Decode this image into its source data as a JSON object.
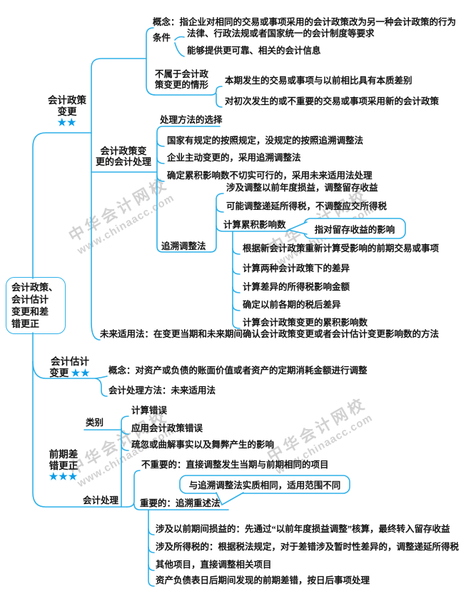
{
  "colors": {
    "line": "#2fb0e8",
    "star": "#0a9ce8",
    "text": "#141414",
    "watermark": "#c8c8c8"
  },
  "watermark": {
    "site_name": "中华会计网校",
    "site_url": "www.chinaacc.com"
  },
  "root": {
    "line1": "会计政策、",
    "line2": "会计估计",
    "line3": "变更和差",
    "line4": "错更正"
  },
  "branch_policy": {
    "label_line1": "会计政策",
    "label_line2": "变更",
    "stars": "★★",
    "concept": "概念：指企业对相同的交易或事项采用的会计政策改为另一种会计政策的行为",
    "condition_label": "条件",
    "condition_1": "法律、行政法规或者国家统一的会计制度等要求",
    "condition_2": "能够提供更可靠、相关的会计信息",
    "excluded_label_line1": "不属于会计政",
    "excluded_label_line2": "策变更的情形",
    "excluded_1": "本期发生的交易或事项与以前相比具有本质差别",
    "excluded_2": "对初次发生的或不重要的交易或事项采用新的会计政策",
    "treatment_label_line1": "会计政策变",
    "treatment_label_line2": "更的会计处理",
    "method_choice_label": "处理方法的选择",
    "method_choice_1": "国家有规定的按照规定，没规定的按照追溯调整法",
    "method_choice_2": "企业主动变更的，采用追溯调整法",
    "method_choice_3": "确定累积影响数不切实可行的，采用未来适用法处理",
    "retro_label": "追溯调整法",
    "retro_1": "涉及调整以前年度损益，调整留存收益",
    "retro_2": "可能调整递延所得税，不调整应交所得税",
    "retro_3": "计算累积影响数",
    "retro_3_note": "指对留存收益的影响",
    "retro_step_1": "根据新会计政策重新计算受影响的前期交易或事项",
    "retro_step_2": "计算两种会计政策下的差异",
    "retro_step_3": "计算差异的所得税影响金额",
    "retro_step_4": "确定以前各期的税后差异",
    "retro_step_5": "计算会计政策变更的累积影响数",
    "future_method": "未来适用法：在变更当期和未来期间确认会计政策变更或者会计估计变更影响数的方法"
  },
  "branch_estimate": {
    "label_line1": "会计估计",
    "label_line2": "变更",
    "stars": "★★",
    "concept": "概念：对资产或负债的账面价值或者资产的定期消耗金额进行调整",
    "treatment": "会计处理方法：未来适用法"
  },
  "branch_error": {
    "label_line1": "前期差",
    "label_line2": "错更正",
    "stars": "★★★",
    "category_label": "类别",
    "category_1": "计算错误",
    "category_2": "应用会计政策错误",
    "category_3": "疏忽或曲解事实以及舞弊产生的影响",
    "treatment_label": "会计处理",
    "minor": "不重要的：直接调整发生当期与前期相同的项目",
    "major": "重要的：追溯重述法",
    "major_note": "与追溯调整法实质相同，适用范围不同",
    "major_1": "涉及以前期间损益的：先通过“以前年度损益调整”核算，最终转入留存收益",
    "major_2": "涉及所得税的：根据税法规定，对于差错涉及暂时性差异的，调整递延所得税",
    "major_3": "其他项目，直接调整相关项目",
    "major_4": "资产负债表日后期间发现的前期差错，按日后事项处理"
  }
}
